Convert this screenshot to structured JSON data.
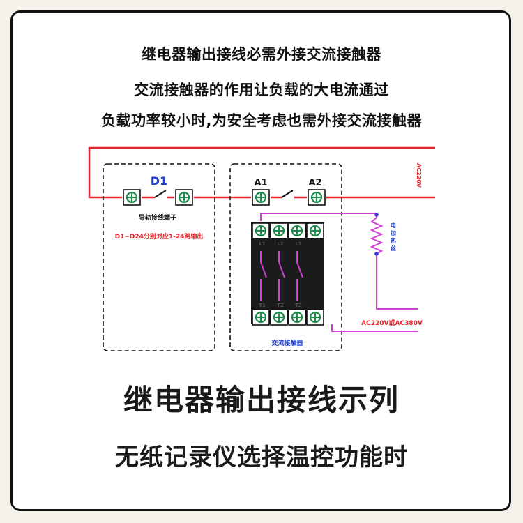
{
  "header": {
    "line1": "继电器输出接线必需外接交流接触器",
    "line2": "交流接触器的作用让负载的大电流通过",
    "line3": "负载功率较小时,为安全考虑也需外接交流接触器"
  },
  "diagram": {
    "relay_label": "D1",
    "terminal_caption": "导轨接线端子",
    "relay_note": "D1~D24分别对应1-24路输出",
    "contactor_a1": "A1",
    "contactor_a2": "A2",
    "contactor_caption": "交流接触器",
    "top_labels": [
      "L1",
      "L2",
      "L3"
    ],
    "bottom_labels": [
      "T1",
      "T2",
      "T3"
    ],
    "heater_label": "电加热丝",
    "supply_label": "AC220V",
    "load_supply_label": "AC220V或AC380V"
  },
  "footer": {
    "title": "继电器输出接线示列",
    "subtitle": "无纸记录仪选择温控功能时"
  },
  "colors": {
    "control_wire": "#e8242a",
    "power_wire": "#d23fd6",
    "terminal_green": "#1f8a4c",
    "label_blue": "#1e3fd1"
  }
}
